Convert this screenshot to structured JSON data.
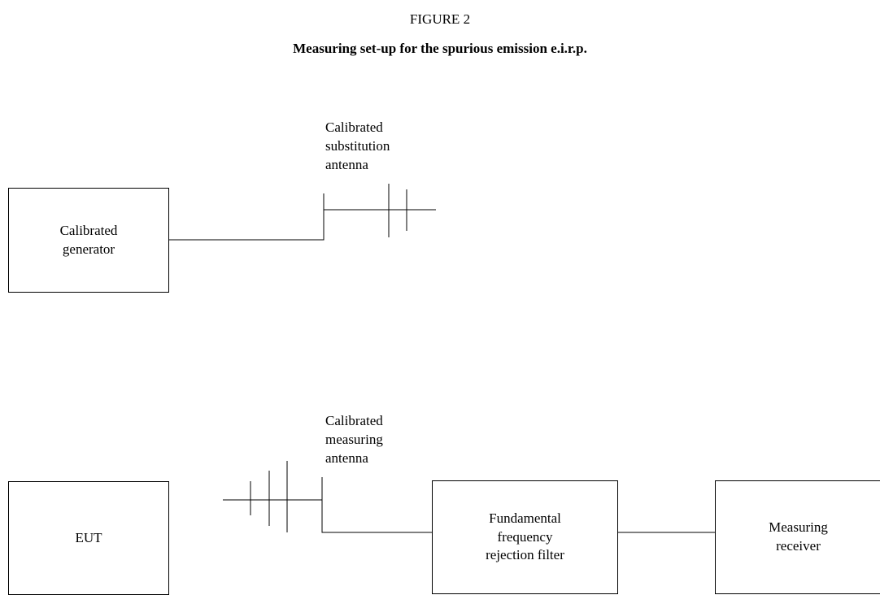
{
  "figure": {
    "number": "FIGURE 2",
    "title": "Measuring set-up for the spurious emission e.i.r.p."
  },
  "top_setup": {
    "generator_label": "Calibrated\ngenerator",
    "antenna_label": "Calibrated\nsubstitution\nantenna"
  },
  "bottom_setup": {
    "eut_label": "EUT",
    "antenna_label": "Calibrated\nmeasuring\nantenna",
    "filter_label": "Fundamental\nfrequency\nrejection filter",
    "receiver_label": "Measuring\nreceiver"
  }
}
